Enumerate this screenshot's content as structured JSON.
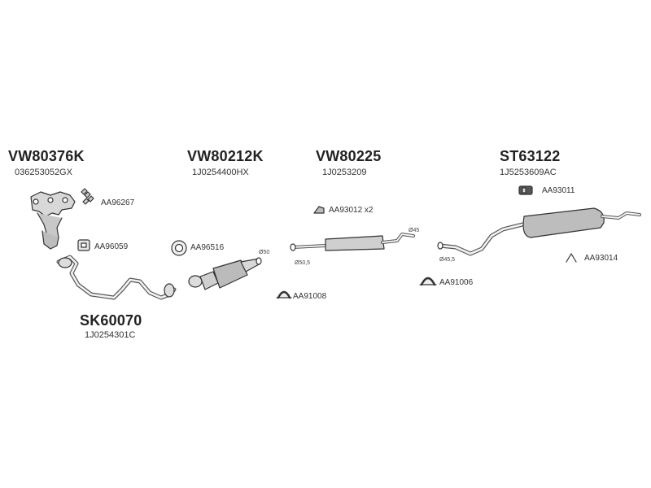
{
  "groups": [
    {
      "part": "VW80376K",
      "oem": "036253052GX"
    },
    {
      "part": "VW80212K",
      "oem": "1J0254400HX"
    },
    {
      "part": "VW80225",
      "oem": "1J0253209"
    },
    {
      "part": "ST63122",
      "oem": "1J5253609AC"
    },
    {
      "part": "SK60070",
      "oem": "1J0254301C"
    }
  ],
  "accessories": [
    {
      "code": "AA96267"
    },
    {
      "code": "AA96059"
    },
    {
      "code": "AA96516"
    },
    {
      "code": "AA93012 x2"
    },
    {
      "code": "AA91008"
    },
    {
      "code": "AA91006"
    },
    {
      "code": "AA93011"
    },
    {
      "code": "AA93014"
    }
  ],
  "diameters": [
    "Ø50",
    "Ø50,5",
    "Ø45",
    "Ø45,5"
  ]
}
